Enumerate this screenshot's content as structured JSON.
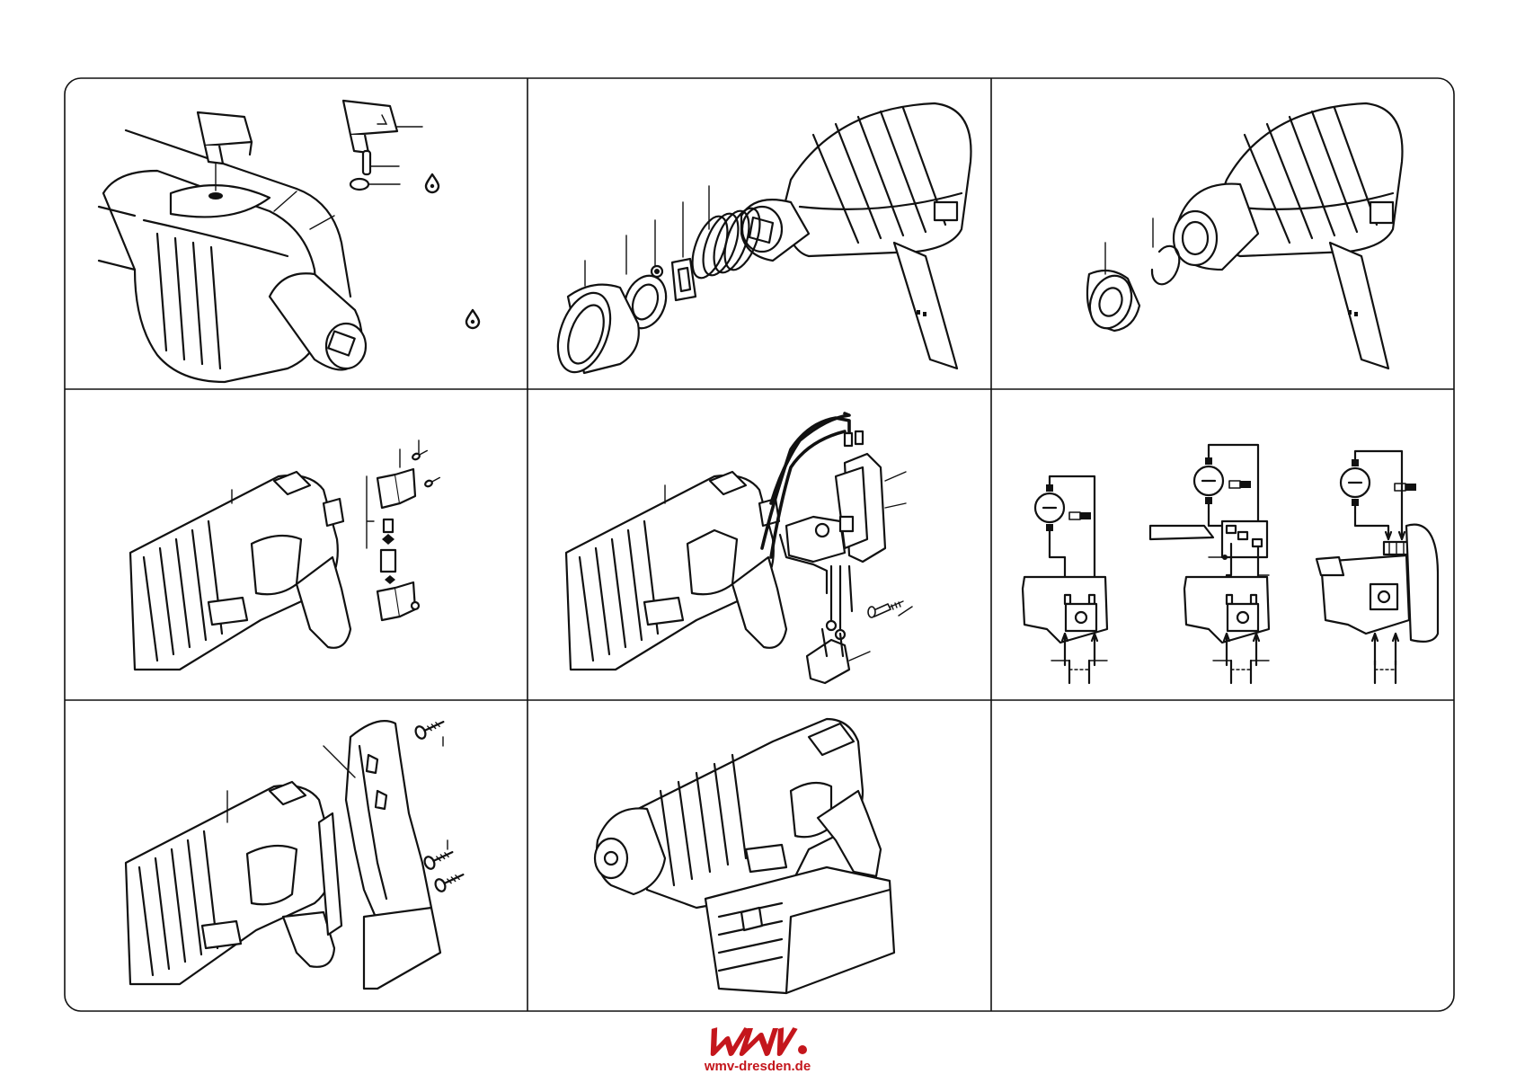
{
  "footer": {
    "logo_text": "wmv-dresden.de",
    "brand_color": "#c4161c"
  },
  "panels": [
    {
      "id": "1",
      "content": "top-cover-and-pin"
    },
    {
      "id": "2",
      "content": "front-sleeve-exploded"
    },
    {
      "id": "3",
      "content": "retaining-ring"
    },
    {
      "id": "4",
      "content": "carbon-brushes"
    },
    {
      "id": "5",
      "content": "switch-wiring"
    },
    {
      "id": "6",
      "content": "wiring-diagrams"
    },
    {
      "id": "7",
      "content": "handle-shell"
    },
    {
      "id": "8",
      "content": "assembled-drill"
    },
    {
      "id": "9",
      "content": "empty"
    }
  ],
  "icons": [
    "lubricant-drop-icon",
    "motor-symbol-icon"
  ]
}
